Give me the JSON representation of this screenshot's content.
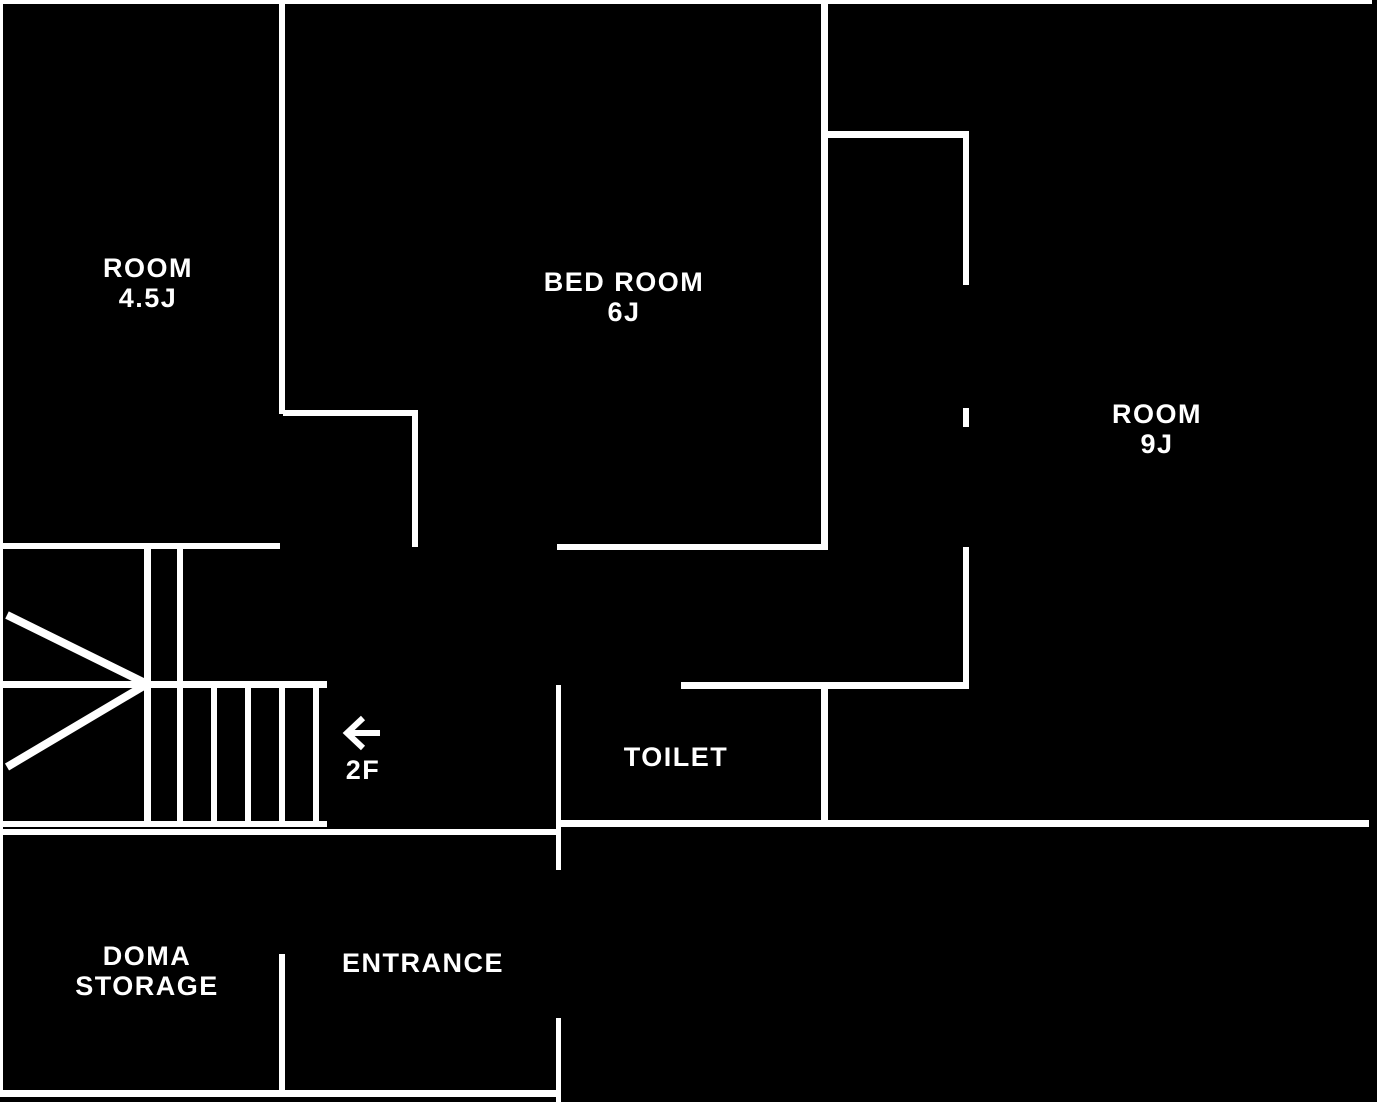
{
  "colors": {
    "background": "#000000",
    "line": "#ffffff",
    "text": "#ffffff"
  },
  "rooms": {
    "room_4_5j": {
      "line1": "ROOM",
      "line2": "4.5J"
    },
    "bed_room": {
      "line1": "BED ROOM",
      "line2": "6J"
    },
    "room_9j": {
      "line1": "ROOM",
      "line2": "9J"
    },
    "toilet": {
      "line1": "TOILET"
    },
    "doma_storage": {
      "line1": "DOMA",
      "line2": "STORAGE"
    },
    "entrance": {
      "line1": "ENTRANCE"
    }
  },
  "stairs": {
    "floor_label": "2F",
    "direction_icon": "left-arrow"
  }
}
